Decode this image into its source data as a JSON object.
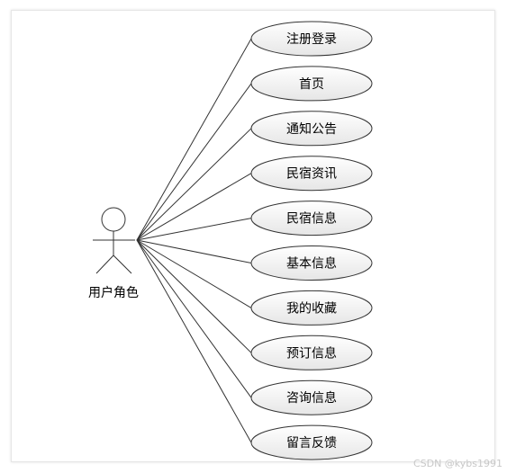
{
  "actor": {
    "label": "用户角色"
  },
  "use_cases": [
    "注册登录",
    "首页",
    "通知公告",
    "民宿资讯",
    "民宿信息",
    "基本信息",
    "我的收藏",
    "预订信息",
    "咨询信息",
    "留言反馈"
  ],
  "watermark": "CSDN @kybs1991",
  "colors": {
    "ellipse_fill_top": "#ffffff",
    "ellipse_fill_bottom": "#e8e8e8",
    "stroke": "#333333"
  }
}
